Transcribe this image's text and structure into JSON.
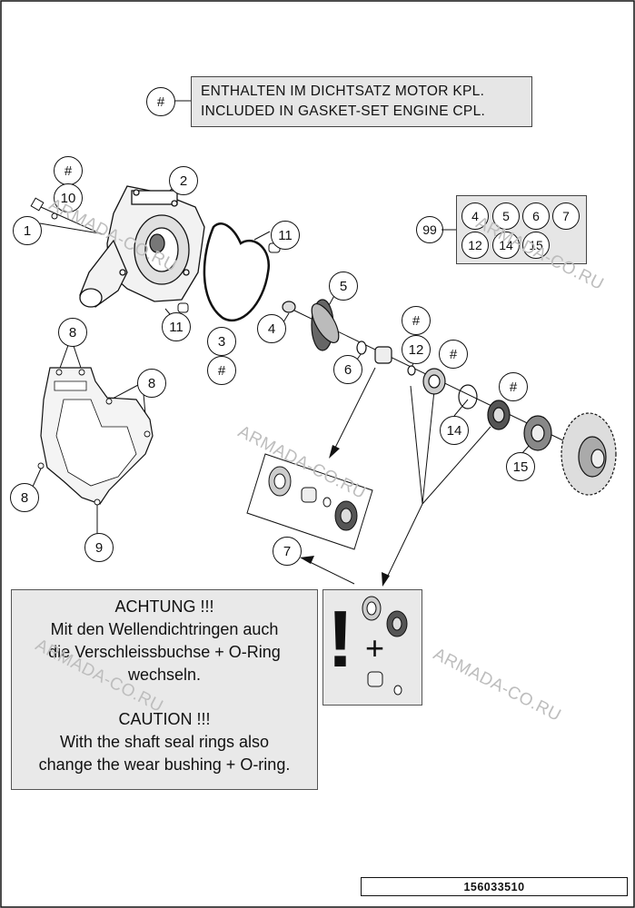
{
  "legend": {
    "symbol": "#",
    "line_de": "ENTHALTEN IM DICHTSATZ MOTOR KPL.",
    "line_en": "INCLUDED IN GASKET-SET ENGINE CPL."
  },
  "callouts": {
    "c1": "1",
    "c2": "2",
    "c3": "3",
    "c4": "4",
    "c5": "5",
    "c6": "6",
    "c7": "7",
    "c8a": "8",
    "c8b": "8",
    "c8c": "8",
    "c9": "9",
    "c10": "10",
    "c11a": "11",
    "c11b": "11",
    "c12": "12",
    "c14": "14",
    "c15": "15",
    "c99": "99",
    "hash_a": "#",
    "hash_b": "#",
    "hash_c": "#",
    "hash_d": "#",
    "hash_e": "#"
  },
  "kit": {
    "parts": [
      "4",
      "5",
      "6",
      "7",
      "12",
      "14",
      "15"
    ]
  },
  "caution": {
    "title_de": "ACHTUNG !!!",
    "line1_de": "Mit den Wellendichtringen auch",
    "line2_de": "die Verschleissbuchse + O-Ring",
    "line3_de": "wechseln.",
    "title_en": "CAUTION !!!",
    "line1_en": "With the shaft seal rings also",
    "line2_en": "change the wear bushing + O-ring."
  },
  "warning": {
    "mark": "!",
    "plus": "+"
  },
  "drawing_code": "156033510",
  "watermarks": [
    "ARMADA-CO.RU",
    "ARMADA-CO.RU",
    "ARMADA-CO.RU",
    "ARMADA-CO.RU",
    "ARMADA-CO.RU"
  ]
}
